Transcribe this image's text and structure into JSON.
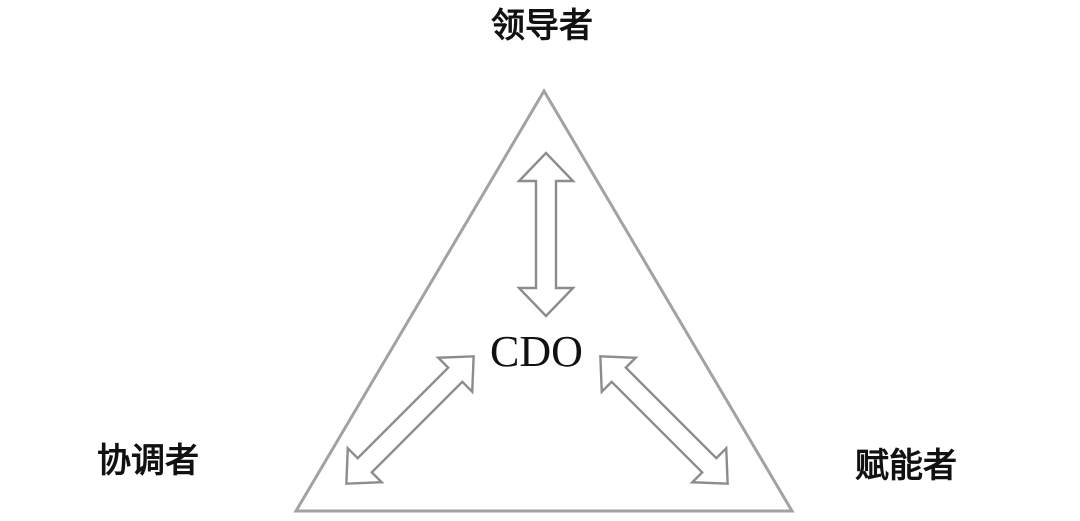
{
  "roles": {
    "top": "领导者",
    "left": "协调者",
    "right": "赋能者"
  },
  "center": "CDO",
  "colors": {
    "stroke": "#9a9a9a",
    "text": "#111111",
    "background": "#ffffff"
  }
}
